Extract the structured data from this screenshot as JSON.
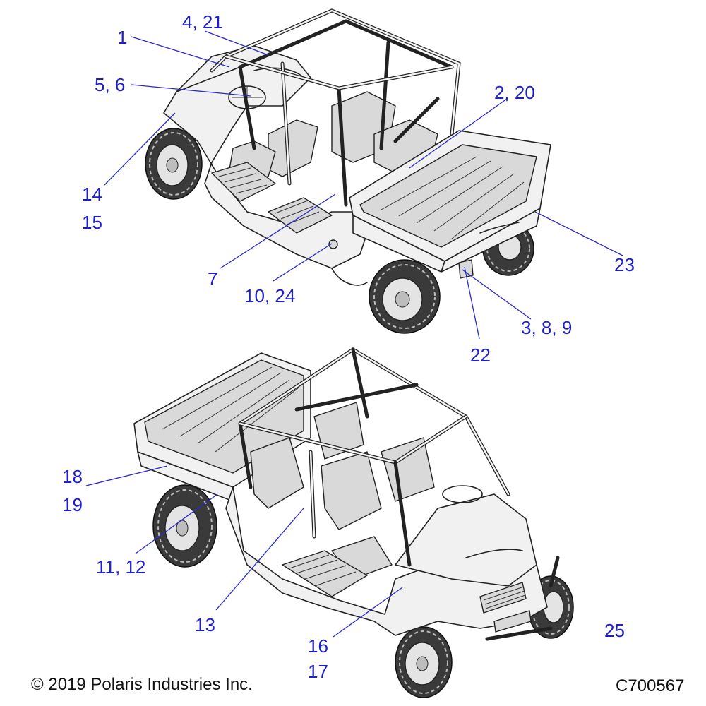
{
  "callouts": {
    "c1": "1",
    "c4_21": "4, 21",
    "c5_6": "5, 6",
    "c2_20": "2, 20",
    "c14": "14",
    "c15": "15",
    "c7": "7",
    "c10_24": "10, 24",
    "c23": "23",
    "c3_8_9": "3, 8, 9",
    "c22": "22",
    "c18": "18",
    "c19": "19",
    "c11_12": "11, 12",
    "c13": "13",
    "c16": "16",
    "c17": "17",
    "c25": "25"
  },
  "footer": {
    "copyright": "© 2019 Polaris Industries Inc.",
    "drawing_number": "C700567"
  },
  "colors": {
    "callout": "#1f1fc8",
    "line_art": "#222222"
  }
}
